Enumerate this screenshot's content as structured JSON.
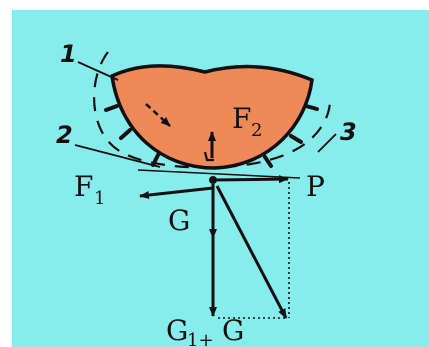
{
  "diagram": {
    "labels": {
      "part_1": "1",
      "part_2": "2",
      "part_3": "3",
      "force_F2_main": "F",
      "force_F2_sub": "2",
      "force_F1_main": "F",
      "force_F1_sub": "1",
      "force_P": "P",
      "force_G": "G",
      "resultant_G1_main": "G",
      "resultant_G1_sub": "1+",
      "resultant_G_tail": "G"
    },
    "colors": {
      "background": "#87ecec",
      "body_fill": "#ee8a58",
      "ink": "#111111"
    }
  }
}
